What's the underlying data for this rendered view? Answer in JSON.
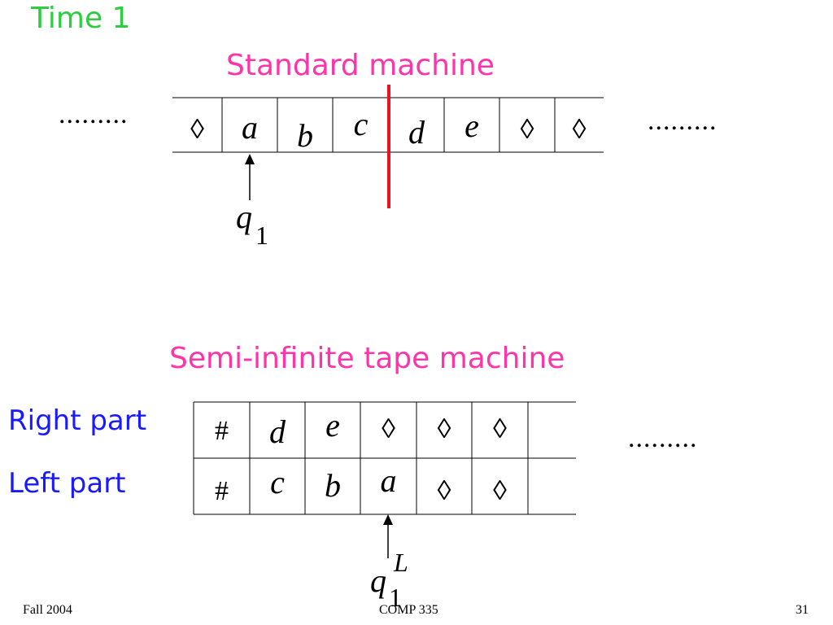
{
  "slide": {
    "title": "Time 1",
    "footer": {
      "left": "Fall 2004",
      "center": "COMP 335",
      "right": "31"
    }
  },
  "standard": {
    "heading": "Standard machine",
    "dots_left": ".........",
    "dots_right": ".........",
    "cells": [
      "◊",
      "a",
      "b",
      "c",
      "d",
      "e",
      "◊",
      "◊"
    ],
    "head_cell": 1,
    "divider_after_cell": 3,
    "state": {
      "base": "q",
      "sub": "1"
    },
    "colors": {
      "divider": "#e8141e"
    }
  },
  "semi": {
    "heading": "Semi-infinite tape machine",
    "dots_right": ".........",
    "right_label": "Right part",
    "left_label": "Left part",
    "right_cells": [
      "#",
      "d",
      "e",
      "◊",
      "◊",
      "◊",
      ""
    ],
    "left_cells": [
      "#",
      "c",
      "b",
      "a",
      "◊",
      "◊",
      ""
    ],
    "head_cell": 3,
    "state": {
      "base": "q",
      "sub": "1",
      "sup": "L"
    }
  },
  "colors": {
    "title": "#2ecc40",
    "headings": "#ff33aa",
    "row_labels": "#1a1aff"
  }
}
